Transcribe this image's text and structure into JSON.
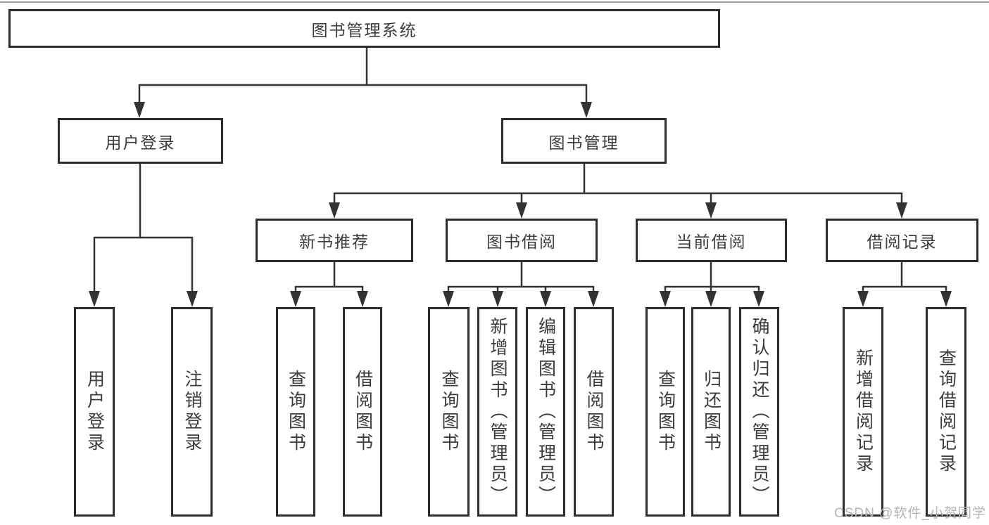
{
  "diagram": {
    "root": {
      "label": "图书管理系统"
    },
    "branches": [
      {
        "label": "用户登录",
        "children": [
          {
            "label": "用户登录"
          },
          {
            "label": "注销登录"
          }
        ]
      },
      {
        "label": "图书管理",
        "children": [
          {
            "label": "新书推荐",
            "children": [
              {
                "label": "查询图书"
              },
              {
                "label": "借阅图书"
              }
            ]
          },
          {
            "label": "图书借阅",
            "children": [
              {
                "label": "查询图书"
              },
              {
                "label": "新增图书（管理员）"
              },
              {
                "label": "编辑图书（管理员）"
              },
              {
                "label": "借阅图书"
              }
            ]
          },
          {
            "label": "当前借阅",
            "children": [
              {
                "label": "查询图书"
              },
              {
                "label": "归还图书"
              },
              {
                "label": "确认归还（管理员）"
              }
            ]
          },
          {
            "label": "借阅记录",
            "children": [
              {
                "label": "新增借阅记录"
              },
              {
                "label": "查询借阅记录"
              }
            ]
          }
        ]
      }
    ]
  },
  "watermark": {
    "text": "CSDN @软件_小贺同学"
  },
  "colors": {
    "line": "#333333",
    "box_border": "#2d2d2d",
    "text": "#3c3c3c",
    "watermark": "#b4b4b4",
    "background": "#ffffff"
  }
}
